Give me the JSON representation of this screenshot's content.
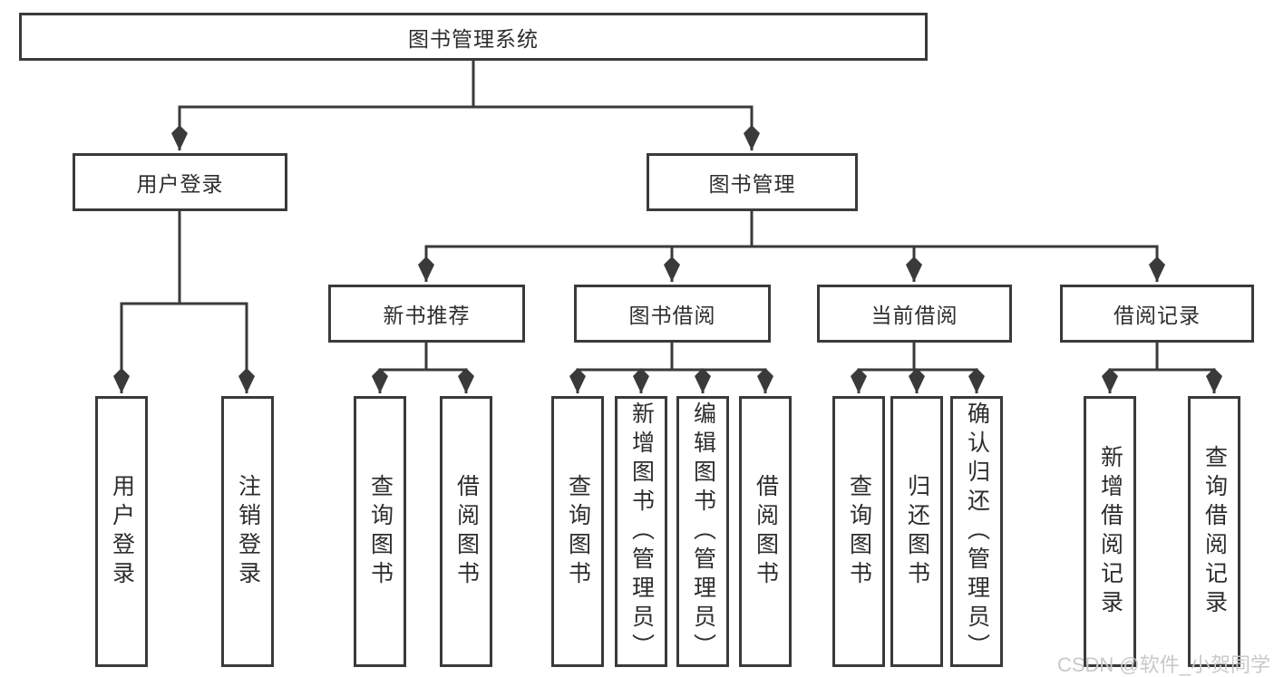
{
  "colors": {
    "line": "#3a3a3a",
    "box_border": "#3a3a3a",
    "text": "#2d2d2d",
    "background": "#ffffff",
    "watermark": "#c9c9c9"
  },
  "diagram": {
    "type": "hierarchy-tree",
    "root": {
      "label": "图书管理系统"
    },
    "branches": [
      {
        "label": "用户登录",
        "children": [
          {
            "label": "用户登录"
          },
          {
            "label": "注销登录"
          }
        ]
      },
      {
        "label": "图书管理",
        "children": [
          {
            "label": "新书推荐",
            "children": [
              {
                "label": "查询图书"
              },
              {
                "label": "借阅图书"
              }
            ]
          },
          {
            "label": "图书借阅",
            "children": [
              {
                "label": "查询图书"
              },
              {
                "label": "新增图书（管理员）"
              },
              {
                "label": "编辑图书（管理员）"
              },
              {
                "label": "借阅图书"
              }
            ]
          },
          {
            "label": "当前借阅",
            "children": [
              {
                "label": "查询图书"
              },
              {
                "label": "归还图书"
              },
              {
                "label": "确认归还（管理员）"
              }
            ]
          },
          {
            "label": "借阅记录",
            "children": [
              {
                "label": "新增借阅记录"
              },
              {
                "label": "查询借阅记录"
              }
            ]
          }
        ]
      }
    ]
  },
  "watermark": {
    "text": "CSDN @软件_小贺同学"
  }
}
